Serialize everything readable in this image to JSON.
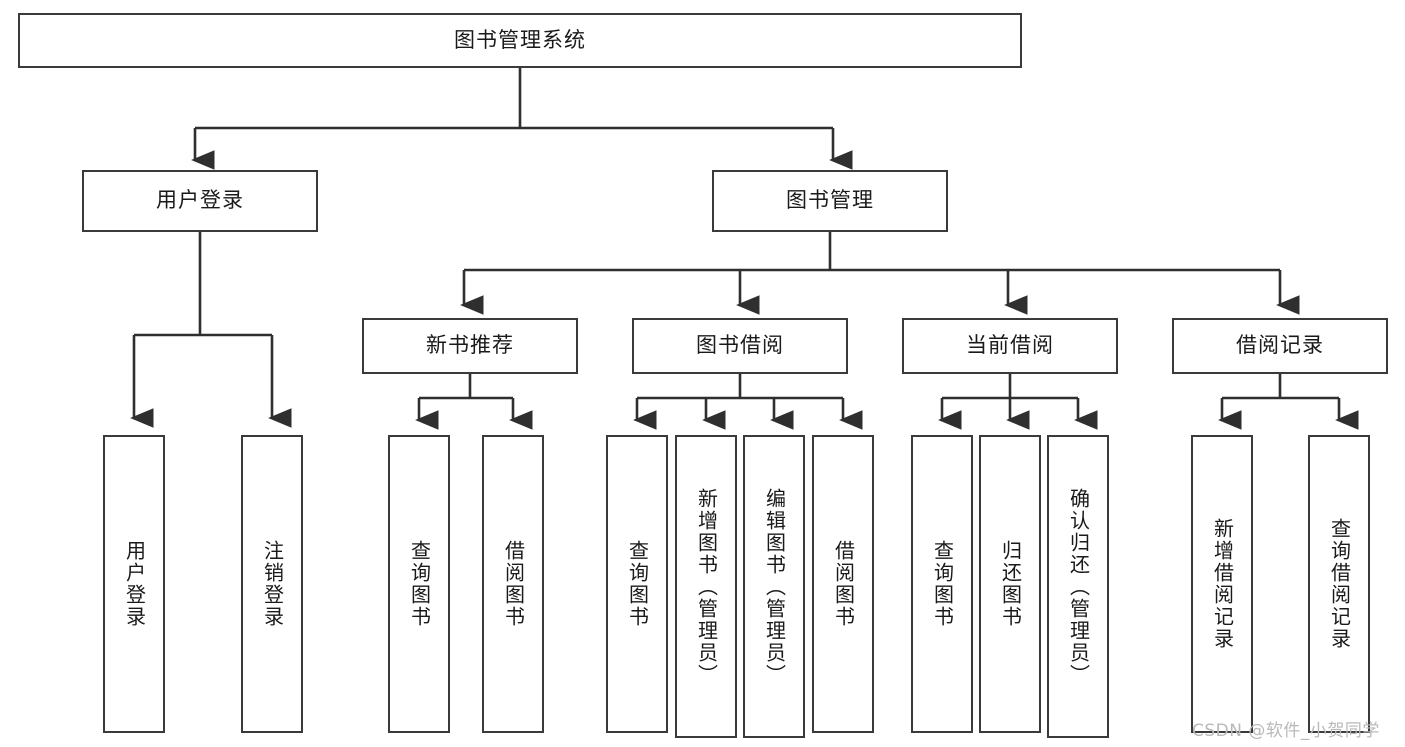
{
  "diagram": {
    "title": "图书管理系统",
    "type": "tree-hierarchy-diagram",
    "colors": {
      "box_border": "#3a3a3a",
      "box_fill": "#ffffff",
      "edge": "#2f2f2f",
      "text": "#1a1a1a",
      "watermark": "#b9b9b9"
    },
    "root": {
      "label": "图书管理系统"
    },
    "level2": [
      {
        "label": "用户登录"
      },
      {
        "label": "图书管理"
      }
    ],
    "level3": [
      {
        "label": "新书推荐"
      },
      {
        "label": "图书借阅"
      },
      {
        "label": "当前借阅"
      },
      {
        "label": "借阅记录"
      }
    ],
    "leaves": {
      "user_login": [
        {
          "label": "用户登录"
        },
        {
          "label": "注销登录"
        }
      ],
      "new_book_recommend": [
        {
          "label": "查询图书"
        },
        {
          "label": "借阅图书"
        }
      ],
      "book_borrow": [
        {
          "label": "查询图书"
        },
        {
          "label": "新增图书（管理员）"
        },
        {
          "label": "编辑图书（管理员）"
        },
        {
          "label": "借阅图书"
        }
      ],
      "current_borrow": [
        {
          "label": "查询图书"
        },
        {
          "label": "归还图书"
        },
        {
          "label": "确认归还（管理员）"
        }
      ],
      "borrow_record": [
        {
          "label": "新增借阅记录"
        },
        {
          "label": "查询借阅记录"
        }
      ]
    }
  },
  "watermark": {
    "text": "CSDN @软件_小贺同学"
  }
}
